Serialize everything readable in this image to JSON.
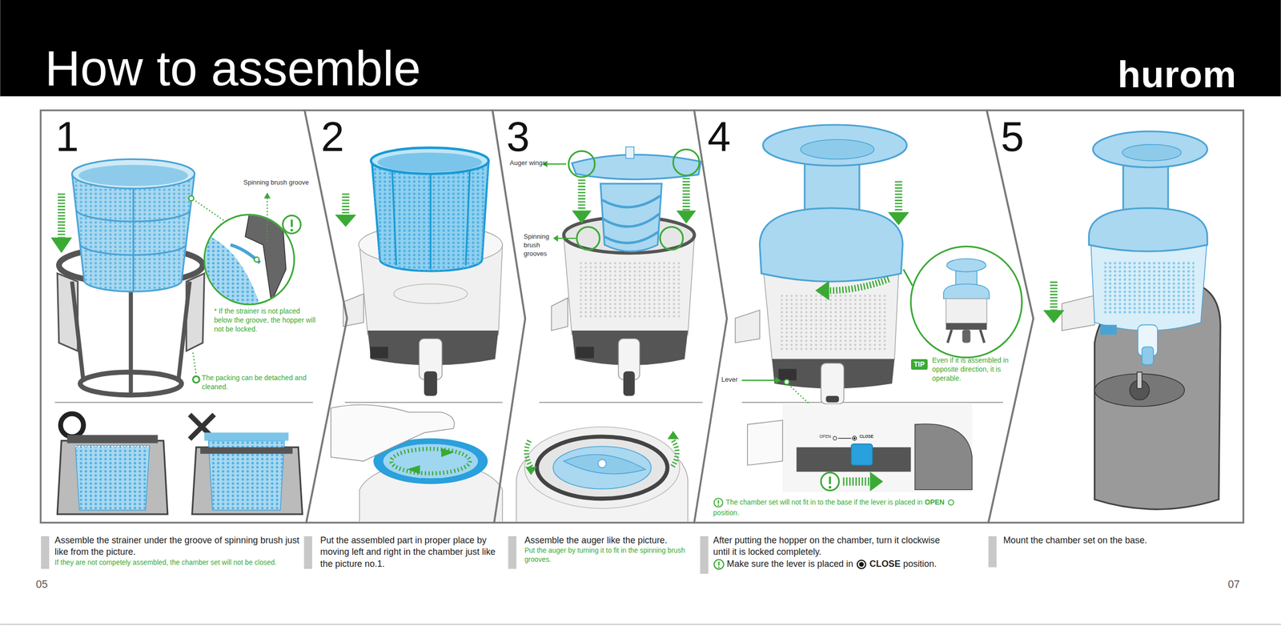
{
  "diagram": {
    "title": "How to assemble",
    "nodes": [
      {
        "text": [
          "1"
        ]
      },
      {
        "text": [
          "2"
        ]
      },
      {
        "text": [
          "3"
        ]
      },
      {
        "text": [
          "4"
        ]
      },
      {
        "text": [
          "5"
        ]
      },
      {
        "text": [
          "TIP"
        ],
        "in": 3
      }
    ],
    "labels": [
      "hurom",
      "Spinning brush groove",
      "* If the strainer is not placed below the groove, the hopper will not be locked.",
      "The packing can be detached and cleaned.",
      "Auger wings",
      "Spinning brush grooves",
      "Even if it is assembled in opposite direction, it is operable.",
      "Lever",
      "OPEN",
      "CLOSE",
      "The chamber set will not fit in to the base if the lever is placed in",
      "OPEN",
      "position.",
      "Assemble the strainer under the groove of spinning brush just like from the picture.",
      "If they are not competely assembled, the chamber set will not be closed.",
      "Put the assembled part in proper place by moving left and right in the chamber just like the picture no.1.",
      "Assemble the auger like the picture.",
      "Put the auger by turning it to fit in the spinning brush grooves.",
      "After putting the hopper on the chamber, turn it clockwise until it is locked completely.",
      "Make sure the lever is placed in",
      "CLOSE",
      "position.",
      "Mount the chamber set on the base.",
      "05",
      "07"
    ]
  }
}
